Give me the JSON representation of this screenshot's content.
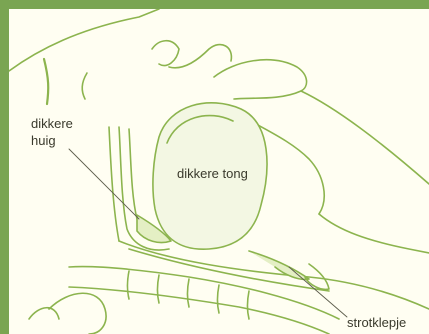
{
  "labels": {
    "huig_line1": "dikkere",
    "huig_line2": "huig",
    "tong": "dikkere tong",
    "strotklepje": "strotklepje"
  },
  "colors": {
    "frame": "#7aa552",
    "background": "#fffef2",
    "line": "#8cb44e",
    "fill": "#e4efc4",
    "text": "#3a3a2c"
  }
}
